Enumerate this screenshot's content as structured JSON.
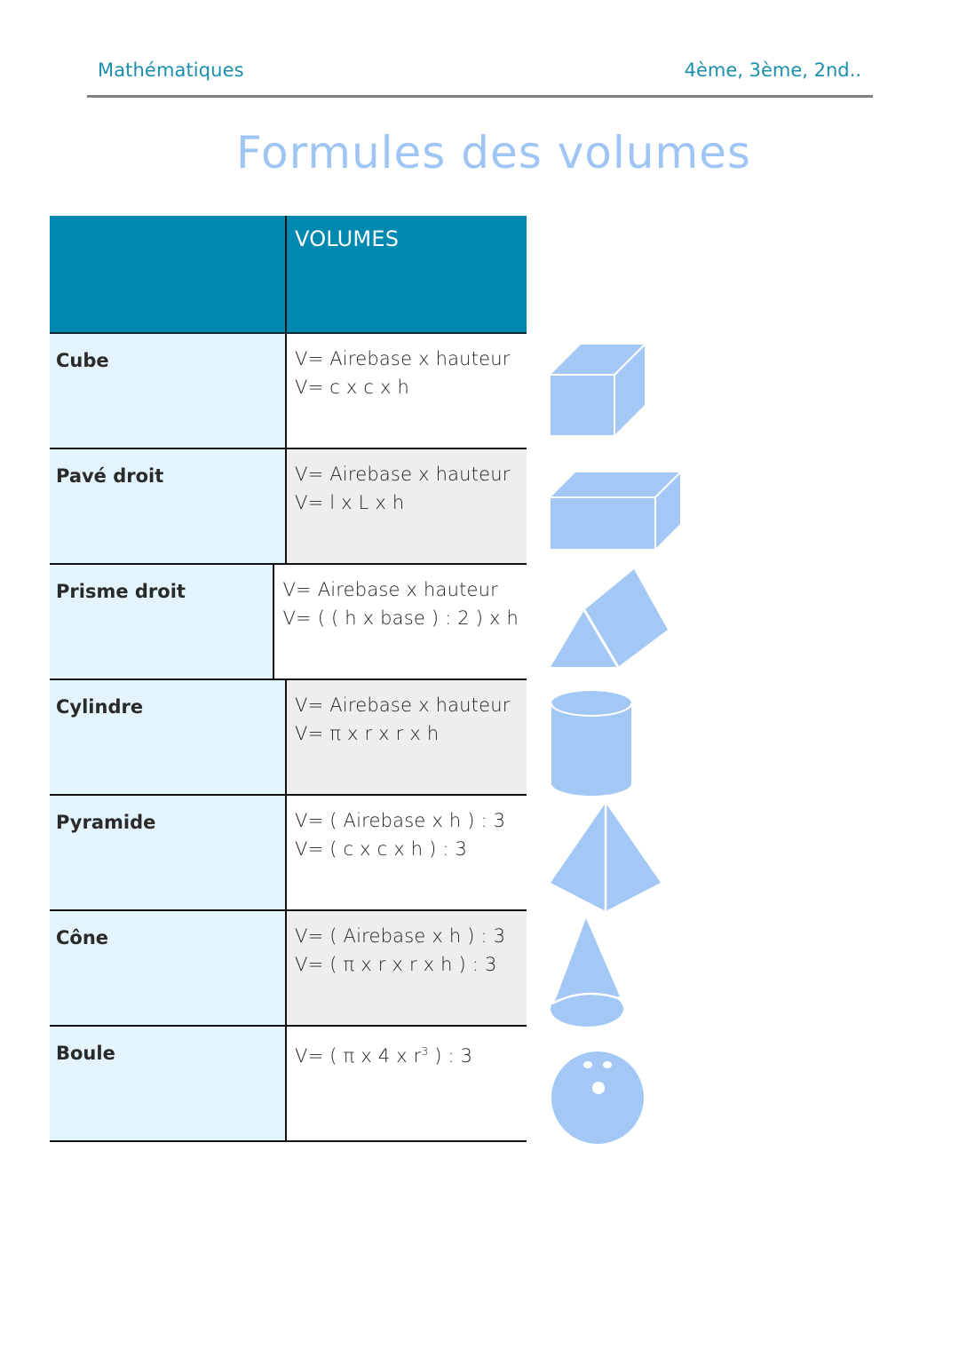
{
  "header": {
    "subject": "Mathématiques",
    "levels": "4ème, 3ème, 2nd.."
  },
  "title": "Formules des volumes",
  "table": {
    "header": [
      "",
      "VOLUMES"
    ],
    "rows": [
      {
        "shape": "Cube",
        "formula_1": "V= Airebase x hauteur",
        "formula_2": "V= c x c x h",
        "icon": "cube-icon"
      },
      {
        "shape": "Pavé droit",
        "formula_1": "V= Airebase x hauteur",
        "formula_2": "V= l x L x h",
        "icon": "rectangular-prism-icon"
      },
      {
        "shape": "Prisme droit",
        "formula_1": "V= Airebase x hauteur",
        "formula_2": "V= ( ( h x base ) : 2 ) x h",
        "icon": "triangular-prism-icon"
      },
      {
        "shape": "Cylindre",
        "formula_1": "V= Airebase x hauteur",
        "formula_2": "V= π x r x r x h",
        "icon": "cylinder-icon"
      },
      {
        "shape": "Pyramide",
        "formula_1": "V= ( Airebase x h ) : 3",
        "formula_2": "V= ( c x c x h ) : 3",
        "icon": "pyramid-icon"
      },
      {
        "shape": "Cône",
        "formula_1": "V= ( Airebase x h ) : 3",
        "formula_2": "V= ( π x r x r x h ) : 3",
        "icon": "cone-icon"
      },
      {
        "shape": "Boule",
        "formula_1_prefix": "V= ( π x 4 x r",
        "formula_1_sup": "3",
        "formula_1_suffix": " ) : 3",
        "icon": "sphere-icon"
      }
    ]
  },
  "colors": {
    "header_text": "#1a8fae",
    "title": "#9ec5f3",
    "table_header_bg": "#0089b0",
    "left_cell_bg": "#e4f4fc",
    "alt_cell_bg": "#eeeeee",
    "shape_fill": "#a3c8f5"
  }
}
